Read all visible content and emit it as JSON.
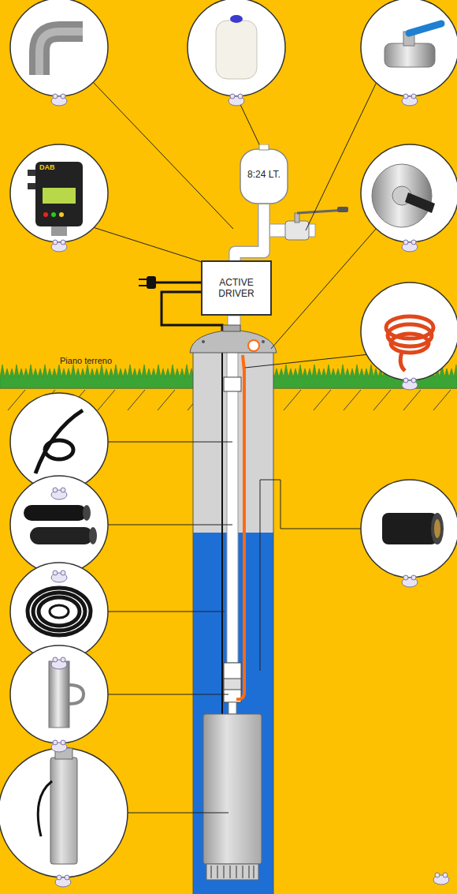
{
  "diagram": {
    "nodes": [
      {
        "text": [
          "8:24 LT."
        ]
      },
      {
        "text": [
          "ACTIVE DRIVER"
        ]
      }
    ],
    "edges": [
      {
        "from": 1,
        "to": 0,
        "arrow": "none"
      }
    ],
    "labels": [
      "Piano terreno",
      "DAB"
    ]
  }
}
